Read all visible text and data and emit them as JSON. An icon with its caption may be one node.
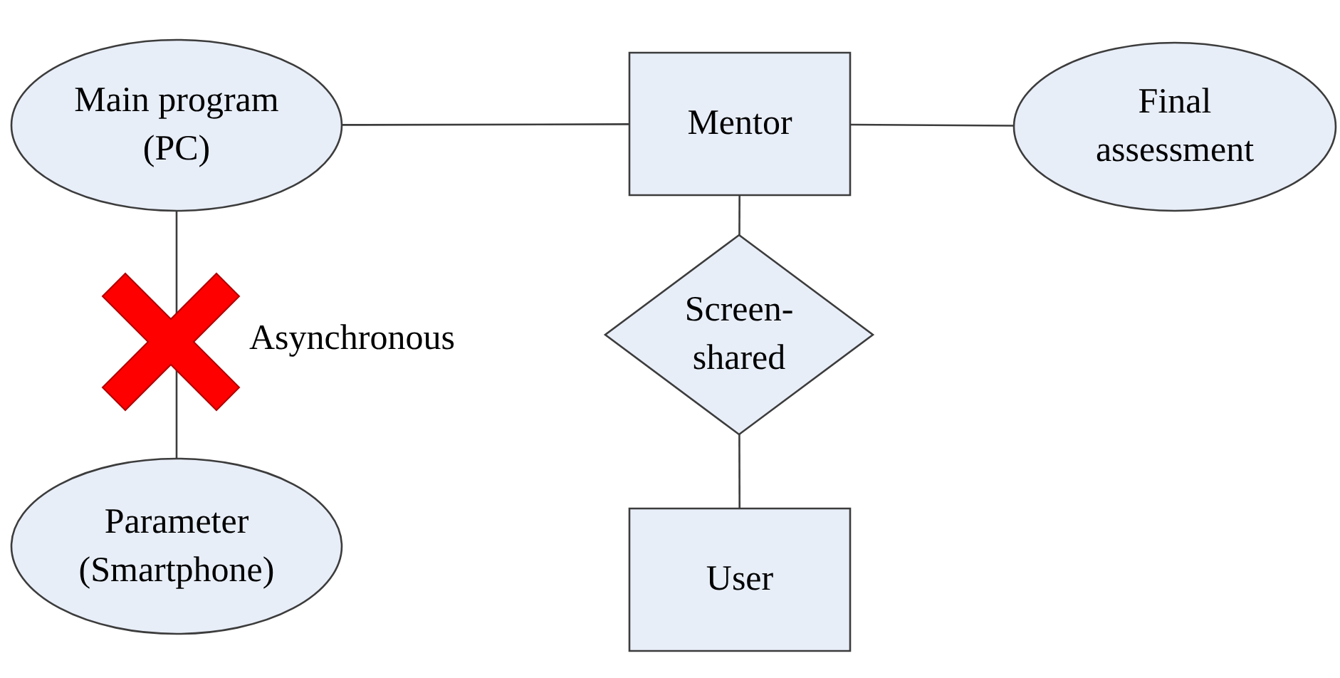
{
  "diagram": {
    "nodes": [
      {
        "text": [
          "Main program (PC)"
        ]
      },
      {
        "text": [
          "Mentor"
        ]
      },
      {
        "text": [
          "Final assessment"
        ]
      },
      {
        "text": [
          "Screen-shared"
        ]
      },
      {
        "text": [
          "Parameter (Smartphone)"
        ]
      },
      {
        "text": [
          "User"
        ]
      }
    ],
    "edges": [
      {
        "from": 0,
        "to": 1,
        "arrow": "none"
      },
      {
        "from": 1,
        "to": 2,
        "arrow": "none"
      },
      {
        "from": 1,
        "to": 3,
        "arrow": "none"
      },
      {
        "from": 3,
        "to": 5,
        "arrow": "none"
      },
      {
        "from": 0,
        "to": 4,
        "arrow": "none",
        "label": "Asynchronous"
      }
    ]
  }
}
